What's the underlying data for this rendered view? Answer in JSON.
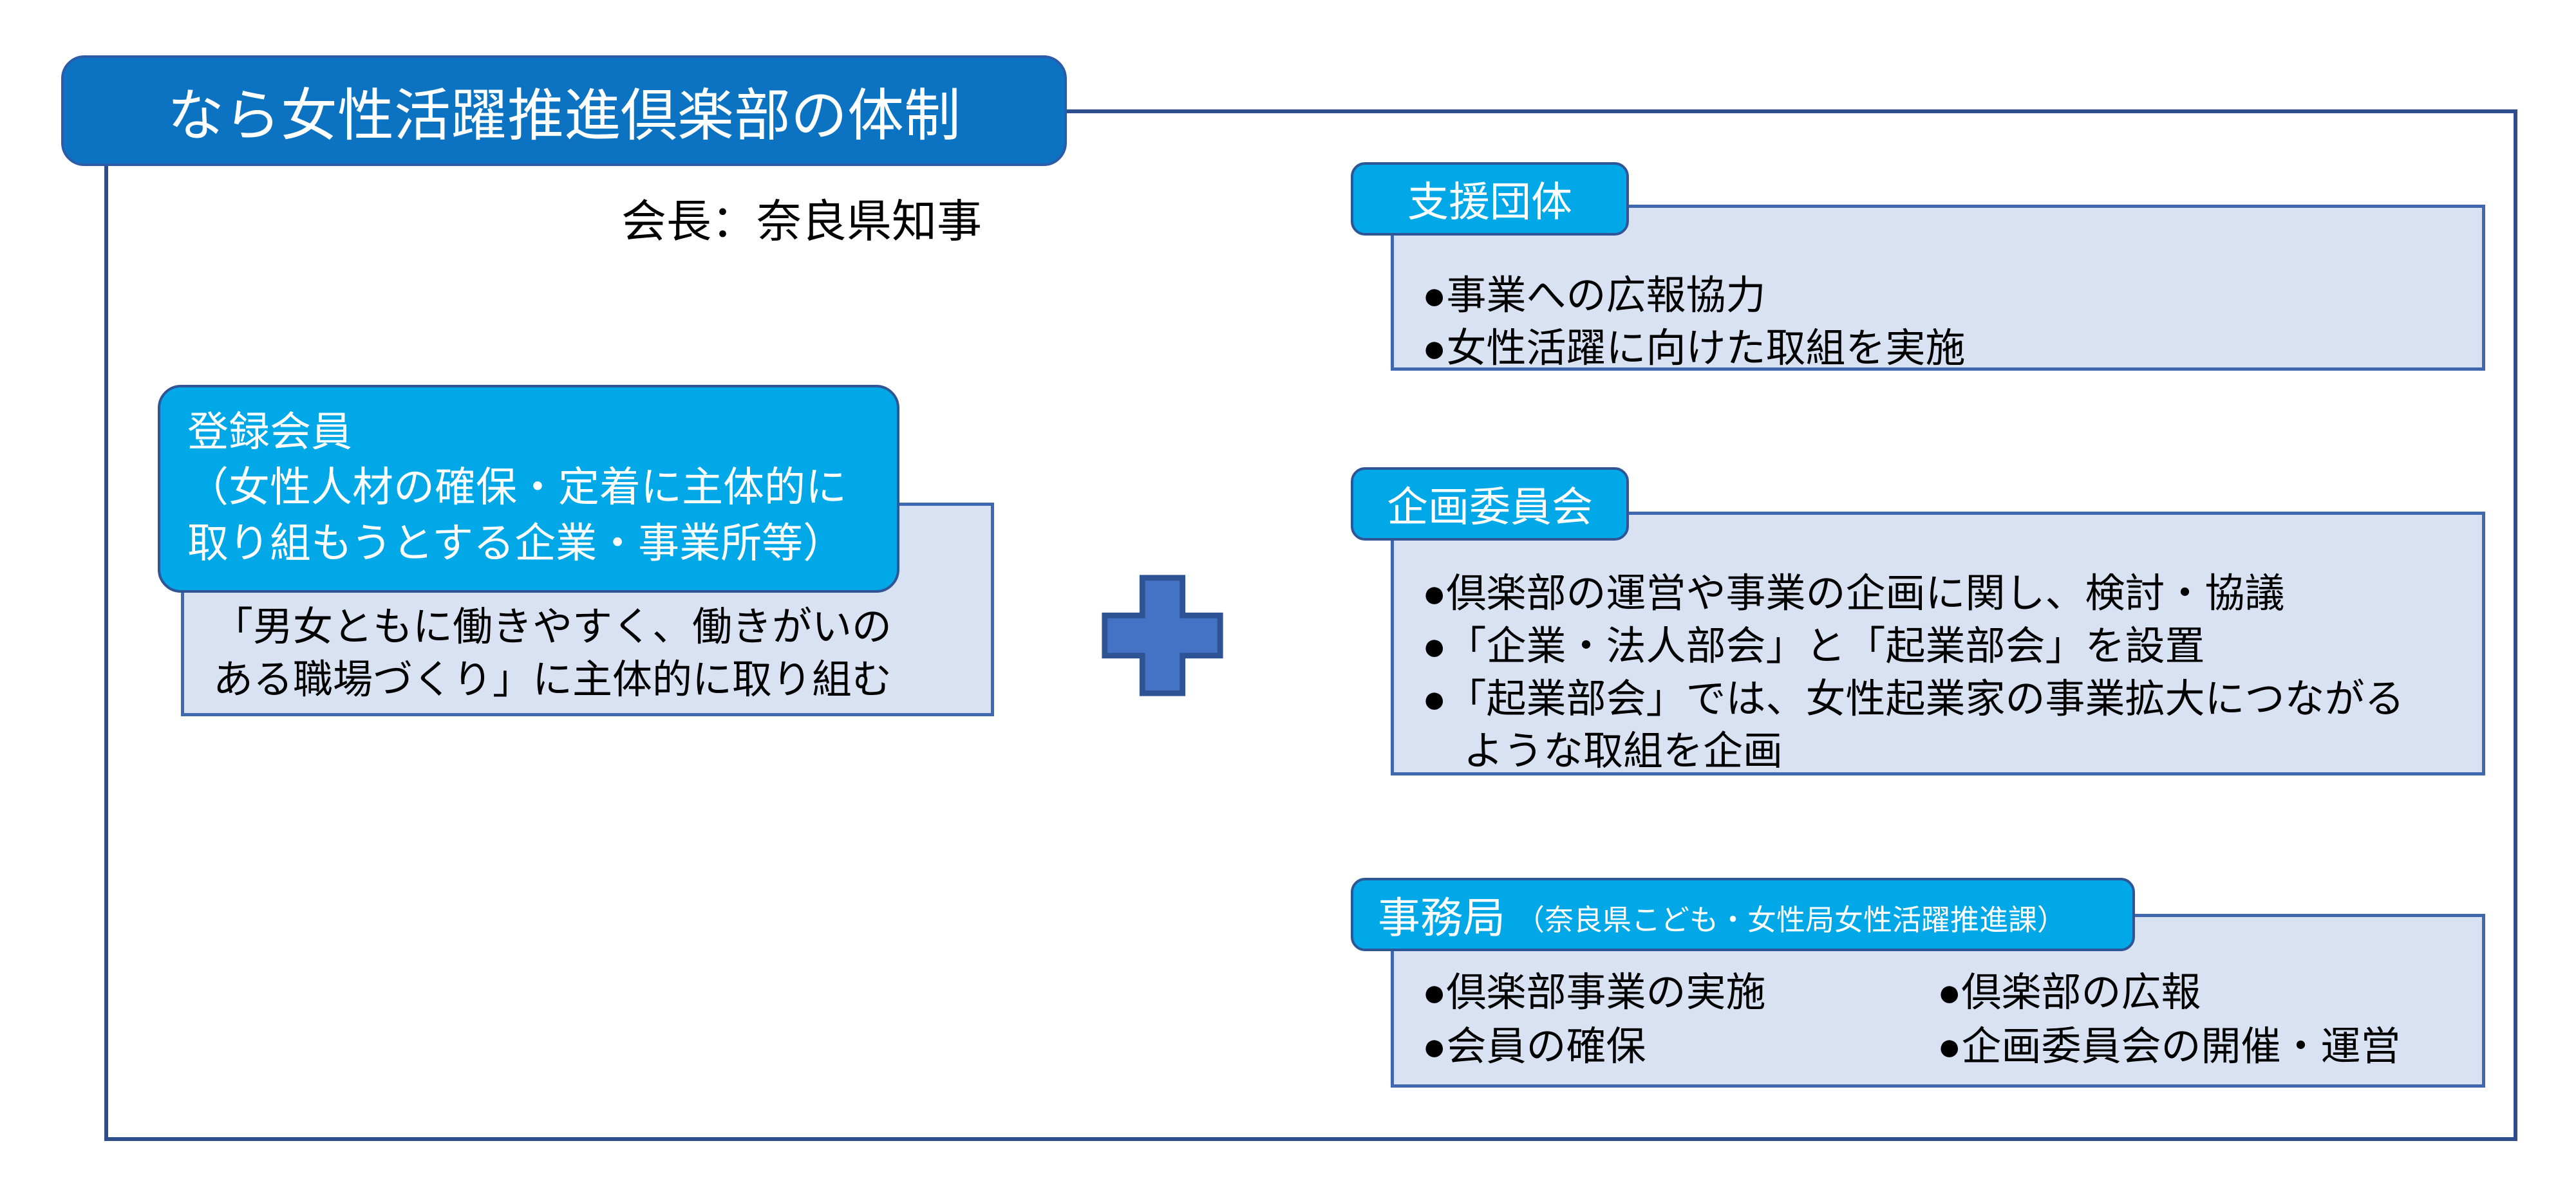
{
  "title": "なら女性活躍推進倶楽部の体制",
  "chairman": "会長：奈良県知事",
  "member": {
    "header_lines": [
      "登録会員",
      "（女性人材の確保・定着に主体的に",
      "取り組もうとする企業・事業所等）"
    ],
    "body_lines": [
      "「男女ともに働きやすく、働きがいの",
      "ある職場づくり」に主体的に取り組む"
    ]
  },
  "plus_icon": "plus",
  "support": {
    "header": "支援団体",
    "bullets": [
      "●事業への広報協力",
      "●女性活躍に向けた取組を実施"
    ]
  },
  "committee": {
    "header": "企画委員会",
    "bullets": [
      "●倶楽部の運営や事業の企画に関し、検討・協議",
      "●「企業・法人部会」と「起業部会」を設置",
      "●「起業部会」では、女性起業家の事業拡大につながる",
      "ような取組を企画"
    ]
  },
  "secretariat": {
    "header": "事務局",
    "header_note": "（奈良県こども・女性局女性活躍推進課）",
    "left_bullets": [
      "●倶楽部事業の実施",
      "●会員の確保"
    ],
    "right_bullets": [
      "●倶楽部の広報",
      "●企画委員会の開催・運営"
    ]
  },
  "colors": {
    "title_banner_fill": "#0B73C2",
    "title_banner_border": "#2B5CA9",
    "callout_header_fill": "#00A8E8",
    "callout_header_border": "#2F5597",
    "panel_fill": "#D9E2F2",
    "panel_border": "#4068AE",
    "outer_border": "#2E4E8E",
    "plus_fill": "#4472C4",
    "plus_border": "#2E5395",
    "header_text": "#FFFFFF",
    "body_text": "#000000"
  }
}
